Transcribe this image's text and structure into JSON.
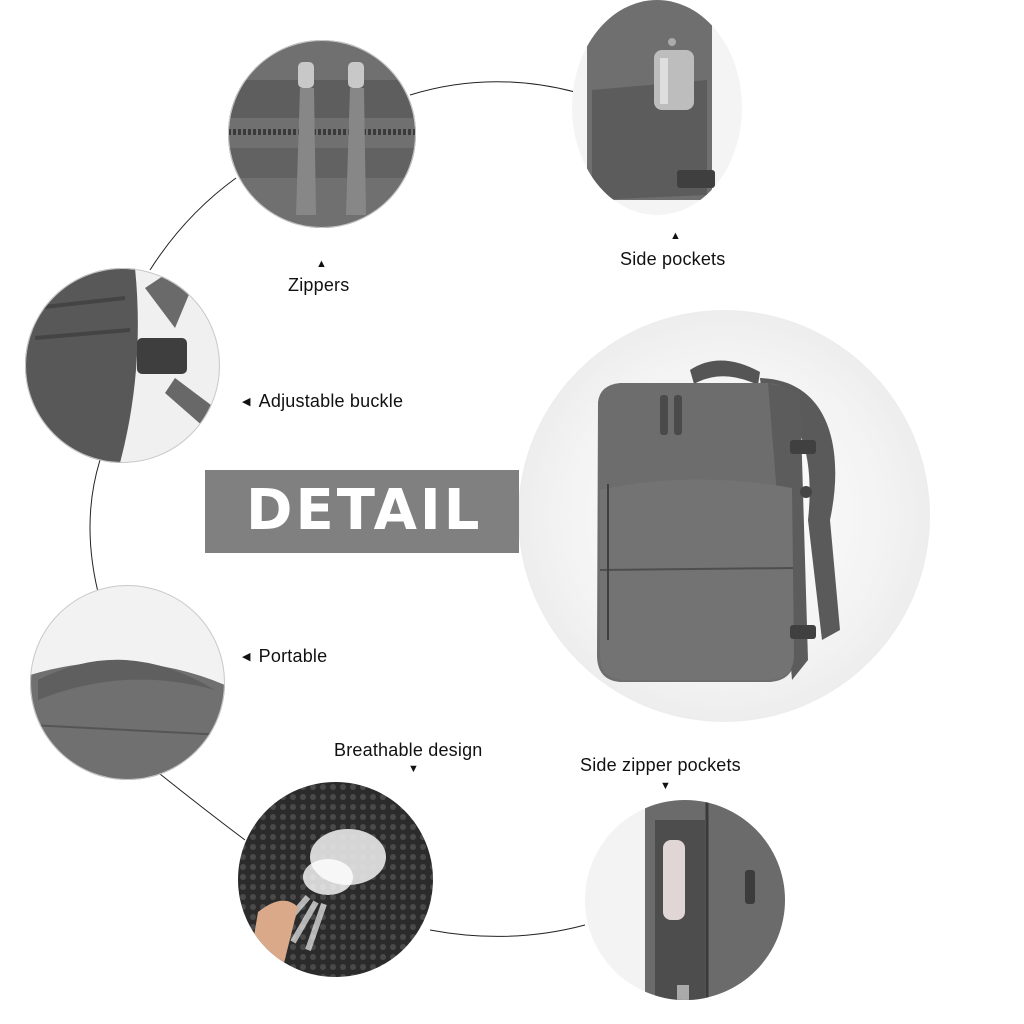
{
  "banner": {
    "title": "DETAIL"
  },
  "features": [
    {
      "label": "Zippers",
      "arrow": "▲"
    },
    {
      "label": "Side pockets",
      "arrow": "▲"
    },
    {
      "label": "Adjustable buckle",
      "arrow": "◀"
    },
    {
      "label": "Portable",
      "arrow": "◀"
    },
    {
      "label": "Breathable design",
      "arrow": "▼"
    },
    {
      "label": "Side zipper pockets",
      "arrow": "▼"
    }
  ],
  "colors": {
    "banner": "#808080",
    "product": "#6b6b6b",
    "background": "#ffffff"
  },
  "icons": [
    "zipper-closeup",
    "side-pocket-closeup",
    "buckle-closeup",
    "handle-closeup",
    "mesh-closeup",
    "side-zipper-pocket-closeup",
    "backpack-main-image"
  ]
}
